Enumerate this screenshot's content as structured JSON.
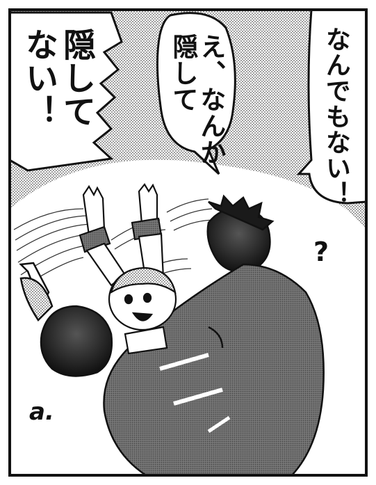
{
  "speech": {
    "left_bubble": "隠して\nない！",
    "middle_bubble": "え、なんか\n隠して",
    "right_bubble": "なんでもない！"
  },
  "sfx": {
    "question": "?",
    "sound": "a."
  },
  "colors": {
    "ink": "#111111",
    "screentone": "#9a9a9a",
    "paper": "#ffffff"
  }
}
